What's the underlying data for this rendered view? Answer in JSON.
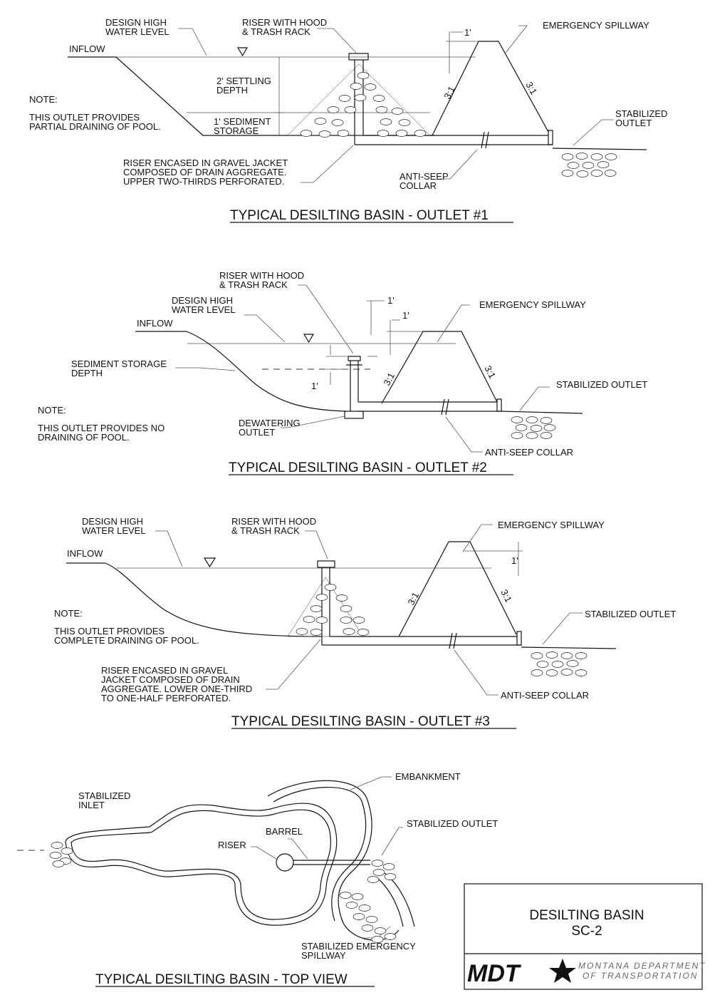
{
  "outlet1": {
    "title": "TYPICAL DESILTING BASIN - OUTLET #1",
    "design_high_water": [
      "DESIGN HIGH",
      "WATER LEVEL"
    ],
    "riser_hood": [
      "RISER WITH HOOD",
      "& TRASH RACK"
    ],
    "emergency_spillway": "EMERGENCY SPILLWAY",
    "inflow": "INFLOW",
    "settling": [
      "2' SETTLING",
      "DEPTH"
    ],
    "sediment": [
      "1' SEDIMENT",
      "STORAGE"
    ],
    "freeboard": "1'",
    "slope_left": "3:1",
    "slope_right": "3:1",
    "note_head": "NOTE:",
    "note": [
      "THIS OUTLET PROVIDES",
      "PARTIAL DRAINING OF POOL."
    ],
    "stabilized_outlet": [
      "STABILIZED",
      "OUTLET"
    ],
    "riser_encased": [
      "RISER ENCASED IN GRAVEL JACKET",
      "COMPOSED OF DRAIN AGGREGATE.",
      "UPPER TWO-THIRDS PERFORATED."
    ],
    "anti_seep": [
      "ANTI-SEEP",
      "COLLAR"
    ]
  },
  "outlet2": {
    "title": "TYPICAL DESILTING BASIN - OUTLET #2",
    "riser_hood": [
      "RISER WITH HOOD",
      "& TRASH RACK"
    ],
    "design_high_water": [
      "DESIGN HIGH",
      "WATER LEVEL"
    ],
    "freeboard_top": "1'",
    "freeboard_spill": "1'",
    "emergency_spillway": "EMERGENCY SPILLWAY",
    "inflow": "INFLOW",
    "sediment_depth": [
      "SEDIMENT STORAGE",
      "DEPTH"
    ],
    "riser_dim": "1'",
    "slope_left": "3:1",
    "slope_right": "3:1",
    "stabilized_outlet": "STABILIZED OUTLET",
    "note_head": "NOTE:",
    "note": [
      "THIS OUTLET PROVIDES NO",
      "DRAINING OF POOL."
    ],
    "dewatering": [
      "DEWATERING",
      "OUTLET"
    ],
    "anti_seep": "ANTI-SEEP COLLAR"
  },
  "outlet3": {
    "title": "TYPICAL DESILTING BASIN - OUTLET #3",
    "design_high_water": [
      "DESIGN HIGH",
      "WATER LEVEL"
    ],
    "riser_hood": [
      "RISER WITH HOOD",
      "& TRASH RACK"
    ],
    "emergency_spillway": "EMERGENCY SPILLWAY",
    "inflow": "INFLOW",
    "freeboard": "1'",
    "slope_left": "3:1",
    "slope_right": "3:1",
    "note_head": "NOTE:",
    "note": [
      "THIS OUTLET PROVIDES",
      "COMPLETE DRAINING OF POOL."
    ],
    "stabilized_outlet": "STABILIZED OUTLET",
    "riser_encased": [
      "RISER ENCASED IN GRAVEL",
      "JACKET COMPOSED OF DRAIN",
      "AGGREGATE. LOWER ONE-THIRD",
      "TO ONE-HALF PERFORATED."
    ],
    "anti_seep": "ANTI-SEEP COLLAR"
  },
  "topview": {
    "title": "TYPICAL DESILTING BASIN - TOP VIEW",
    "stabilized_inlet": [
      "STABILIZED",
      "INLET"
    ],
    "embankment": "EMBANKMENT",
    "stabilized_outlet": "STABILIZED OUTLET",
    "barrel": "BARREL",
    "riser": "RISER",
    "stabilized_spillway": [
      "STABILIZED EMERGENCY",
      "SPILLWAY"
    ]
  },
  "titleblock": {
    "line1": "DESILTING BASIN",
    "line2": "SC-2",
    "logo": "MDT",
    "org_line1": "MONTANA DEPARTMENT",
    "org_line2": "OF TRANSPORTATION"
  }
}
